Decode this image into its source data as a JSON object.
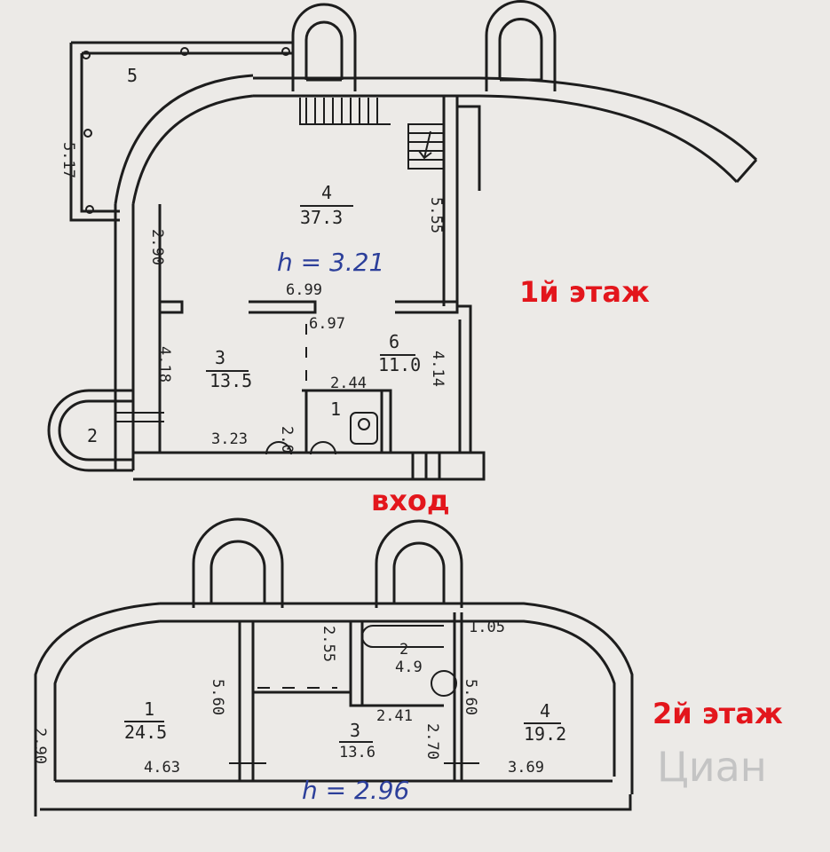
{
  "floor1": {
    "label": "1й этаж",
    "entrance": "вход",
    "ceiling_height": "h = 3.21",
    "rooms": [
      {
        "num": "5"
      },
      {
        "num": "4",
        "area": "37.3"
      },
      {
        "num": "3",
        "area": "13.5"
      },
      {
        "num": "6",
        "area": "11.0"
      },
      {
        "num": "1"
      },
      {
        "num": "2"
      }
    ],
    "dims": [
      "5.17",
      "5.55",
      "2.90",
      "6.99",
      "6.97",
      "4.18",
      "4.14",
      "2.44",
      "2.0",
      "3.23"
    ]
  },
  "floor2": {
    "label": "2й этаж",
    "ceiling_height": "h = 2.96",
    "rooms": [
      {
        "num": "1",
        "area": "24.5"
      },
      {
        "num": "2",
        "area": "4.9"
      },
      {
        "num": "3",
        "area": "13.6"
      },
      {
        "num": "4",
        "area": "19.2"
      }
    ],
    "dims": [
      "5.60",
      "2.90",
      "4.63",
      "2.55",
      "1.05",
      "2.41",
      "2.70",
      "5.60",
      "3.69"
    ]
  },
  "watermark": "Циан"
}
